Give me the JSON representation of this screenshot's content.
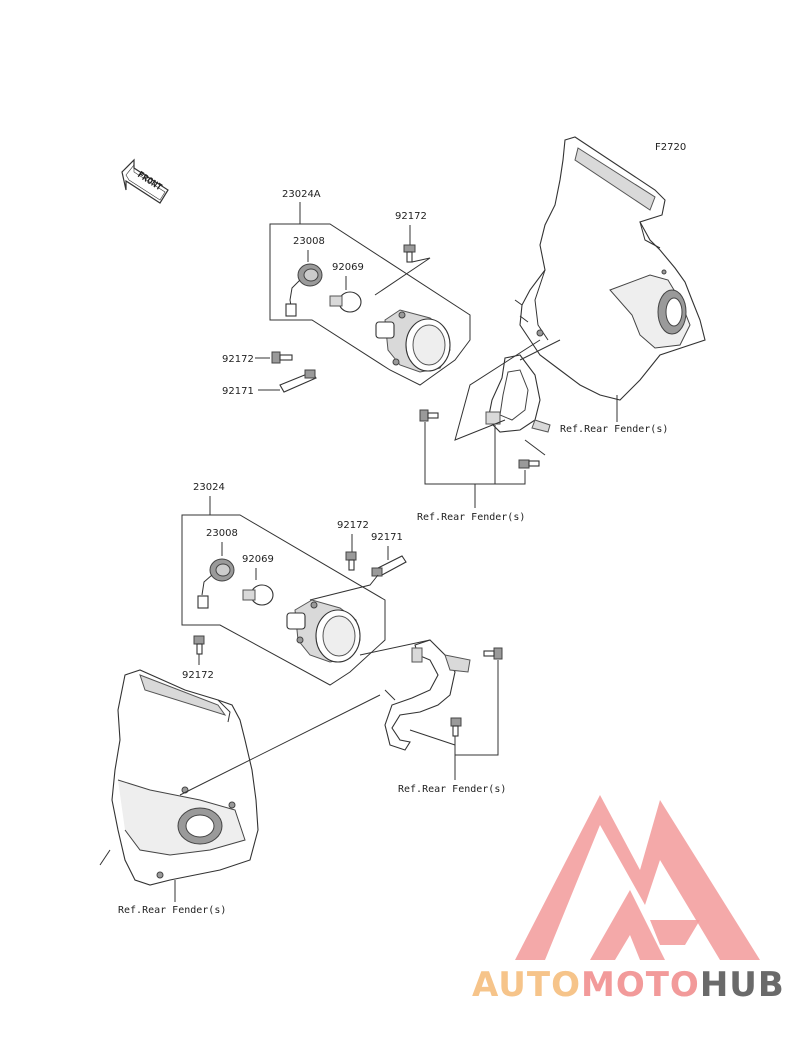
{
  "diagram": {
    "figure_code": "F2720",
    "front_arrow_label": "FRONT",
    "upper_assembly": {
      "assembly_number": "23024A",
      "socket_number": "23008",
      "bulb_number": "92069",
      "bolt_top_number": "92172",
      "bolt_left_number": "92172",
      "strap_number": "92171",
      "fender_ref_right": "Ref.Rear Fender(s)",
      "fender_ref_bottom": "Ref.Rear Fender(s)"
    },
    "lower_assembly": {
      "assembly_number": "23024",
      "socket_number": "23008",
      "bulb_number": "92069",
      "bolt_top_number": "92172",
      "strap_number": "92171",
      "bolt_left_number": "92172",
      "fender_ref_right": "Ref.Rear Fender(s)",
      "fender_ref_bottom": "Ref.Rear Fender(s)"
    }
  },
  "watermark": {
    "brand": "AUTOMOTOHUB",
    "colors": {
      "pink": "#f29a9a",
      "orange": "#f6c48a",
      "grey": "#6a6a6a"
    }
  }
}
